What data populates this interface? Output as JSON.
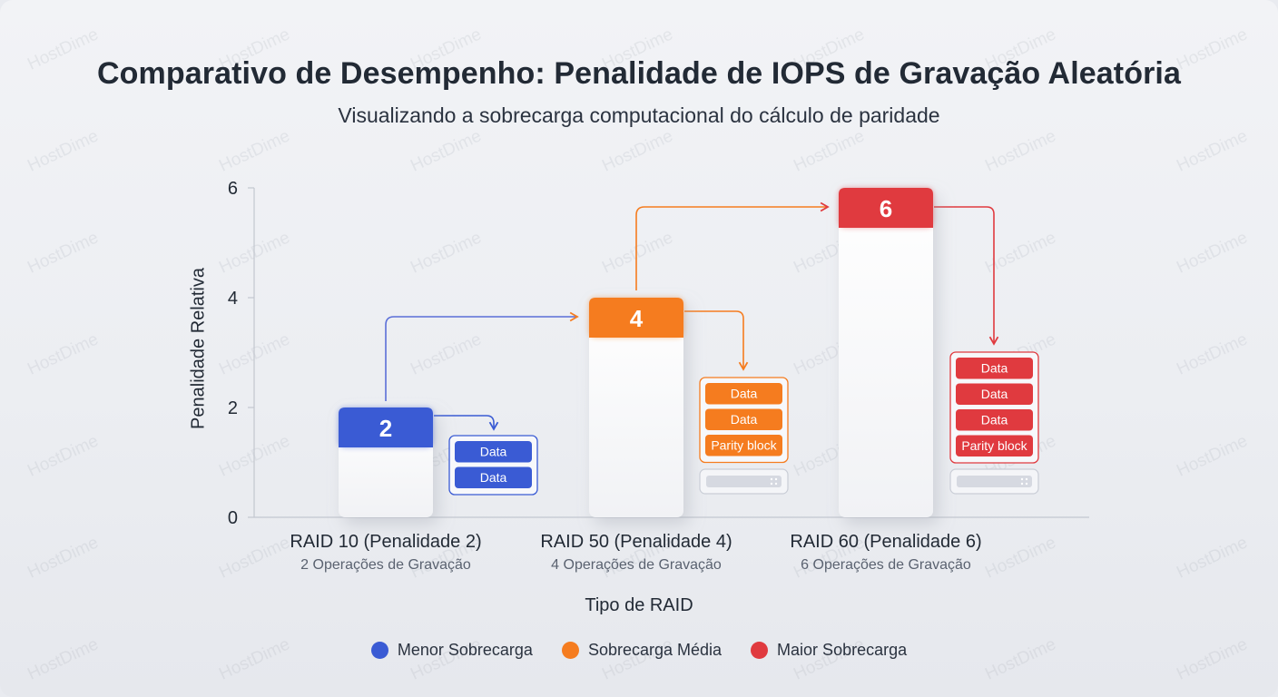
{
  "title": "Comparativo de Desempenho: Penalidade de IOPS de Gravação Aleatória",
  "subtitle": "Visualizando a sobrecarga computacional do cálculo de paridade",
  "watermark_text": "HostDime",
  "chart_data": {
    "type": "bar",
    "title": "Comparativo de Desempenho: Penalidade de IOPS de Gravação Aleatória",
    "subtitle": "Visualizando a sobrecarga computacional do cálculo de paridade",
    "xlabel": "Tipo de RAID",
    "ylabel": "Penalidade Relativa",
    "ylim": [
      0,
      6
    ],
    "yticks": [
      0,
      2,
      4,
      6
    ],
    "grid": false,
    "legend_position": "bottom",
    "categories": [
      "RAID 10 (Penalidade 2)",
      "RAID 50 (Penalidade 4)",
      "RAID 60 (Penalidade 6)"
    ],
    "sublabels": [
      "2 Operações de Gravação",
      "4 Operações de Gravação",
      "6 Operações de Gravação"
    ],
    "values": [
      2,
      4,
      6
    ],
    "value_labels": [
      "2",
      "4",
      "6"
    ],
    "colors": [
      "#3a5bd4",
      "#f57c1f",
      "#e03a3f"
    ],
    "legend": [
      {
        "label": "Menor Sobrecarga",
        "color": "#3a5bd4"
      },
      {
        "label": "Sobrecarga Média",
        "color": "#f57c1f"
      },
      {
        "label": "Maior Sobrecarga",
        "color": "#e03a3f"
      }
    ],
    "block_groups": [
      [
        "Data",
        "Data"
      ],
      [
        "Data",
        "Data",
        "Parity block"
      ],
      [
        "Data",
        "Data",
        "Data",
        "Parity block"
      ]
    ]
  }
}
